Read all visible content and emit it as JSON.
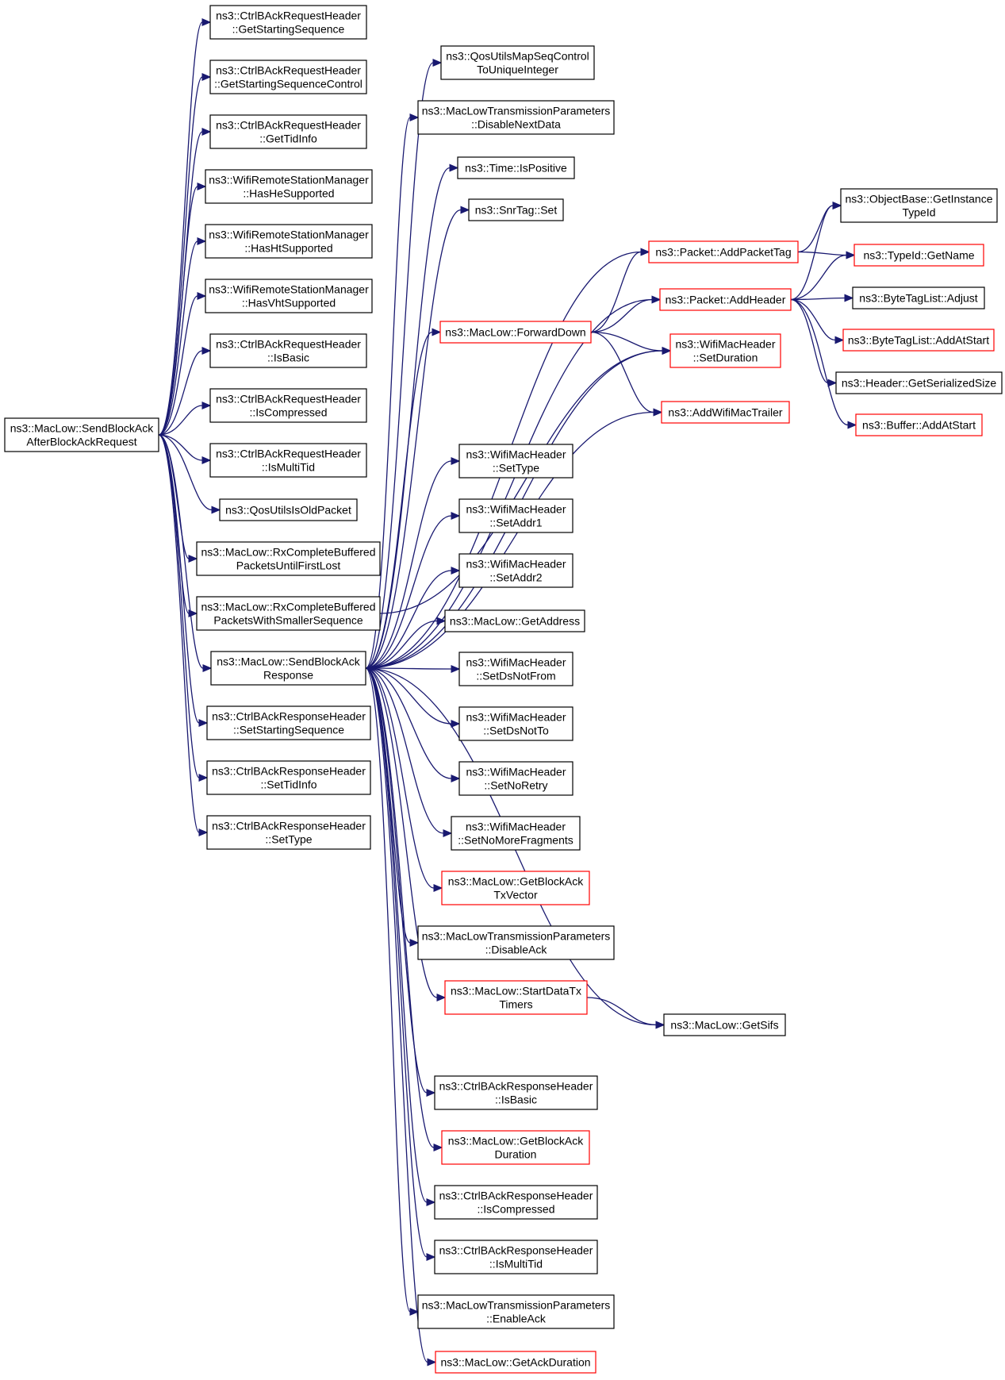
{
  "colors": {
    "edge": "#191970",
    "node_border": "#000000",
    "node_border_truncated": "#ff0000",
    "root_fill": "#bfbfbf",
    "node_fill": "#ffffff"
  },
  "nodes": [
    {
      "id": "root",
      "lines": [
        "ns3::MacLow::SendBlockAck",
        "AfterBlockAckRequest"
      ],
      "kind": "root"
    },
    {
      "id": "n1",
      "lines": [
        "ns3::CtrlBAckRequestHeader",
        "::GetStartingSequence"
      ],
      "kind": "normal"
    },
    {
      "id": "n2",
      "lines": [
        "ns3::CtrlBAckRequestHeader",
        "::GetStartingSequenceControl"
      ],
      "kind": "normal"
    },
    {
      "id": "n3",
      "lines": [
        "ns3::CtrlBAckRequestHeader",
        "::GetTidInfo"
      ],
      "kind": "normal"
    },
    {
      "id": "n4",
      "lines": [
        "ns3::WifiRemoteStationManager",
        "::HasHeSupported"
      ],
      "kind": "normal"
    },
    {
      "id": "n5",
      "lines": [
        "ns3::WifiRemoteStationManager",
        "::HasHtSupported"
      ],
      "kind": "normal"
    },
    {
      "id": "n6",
      "lines": [
        "ns3::WifiRemoteStationManager",
        "::HasVhtSupported"
      ],
      "kind": "normal"
    },
    {
      "id": "n7",
      "lines": [
        "ns3::CtrlBAckRequestHeader",
        "::IsBasic"
      ],
      "kind": "normal"
    },
    {
      "id": "n8",
      "lines": [
        "ns3::CtrlBAckRequestHeader",
        "::IsCompressed"
      ],
      "kind": "normal"
    },
    {
      "id": "n9",
      "lines": [
        "ns3::CtrlBAckRequestHeader",
        "::IsMultiTid"
      ],
      "kind": "normal"
    },
    {
      "id": "n10",
      "lines": [
        "ns3::QosUtilsIsOldPacket"
      ],
      "kind": "normal"
    },
    {
      "id": "n11",
      "lines": [
        "ns3::MacLow::RxCompleteBuffered",
        "PacketsUntilFirstLost"
      ],
      "kind": "normal"
    },
    {
      "id": "n12",
      "lines": [
        "ns3::MacLow::RxCompleteBuffered",
        "PacketsWithSmallerSequence"
      ],
      "kind": "normal"
    },
    {
      "id": "n13",
      "lines": [
        "ns3::MacLow::SendBlockAck",
        "Response"
      ],
      "kind": "normal"
    },
    {
      "id": "n14",
      "lines": [
        "ns3::CtrlBAckResponseHeader",
        "::SetStartingSequence"
      ],
      "kind": "normal"
    },
    {
      "id": "n15",
      "lines": [
        "ns3::CtrlBAckResponseHeader",
        "::SetTidInfo"
      ],
      "kind": "normal"
    },
    {
      "id": "n16",
      "lines": [
        "ns3::CtrlBAckResponseHeader",
        "::SetType"
      ],
      "kind": "normal"
    },
    {
      "id": "m1",
      "lines": [
        "ns3::QosUtilsMapSeqControl",
        "ToUniqueInteger"
      ],
      "kind": "normal"
    },
    {
      "id": "m2",
      "lines": [
        "ns3::MacLowTransmissionParameters",
        "::DisableNextData"
      ],
      "kind": "normal"
    },
    {
      "id": "m3",
      "lines": [
        "ns3::Time::IsPositive"
      ],
      "kind": "normal"
    },
    {
      "id": "m4",
      "lines": [
        "ns3::SnrTag::Set"
      ],
      "kind": "normal"
    },
    {
      "id": "m5",
      "lines": [
        "ns3::MacLow::ForwardDown"
      ],
      "kind": "truncated"
    },
    {
      "id": "m6",
      "lines": [
        "ns3::WifiMacHeader",
        "::SetType"
      ],
      "kind": "normal"
    },
    {
      "id": "m7",
      "lines": [
        "ns3::WifiMacHeader",
        "::SetAddr1"
      ],
      "kind": "normal"
    },
    {
      "id": "m8",
      "lines": [
        "ns3::WifiMacHeader",
        "::SetAddr2"
      ],
      "kind": "normal"
    },
    {
      "id": "m9",
      "lines": [
        "ns3::MacLow::GetAddress"
      ],
      "kind": "normal"
    },
    {
      "id": "m10",
      "lines": [
        "ns3::WifiMacHeader",
        "::SetDsNotFrom"
      ],
      "kind": "normal"
    },
    {
      "id": "m11",
      "lines": [
        "ns3::WifiMacHeader",
        "::SetDsNotTo"
      ],
      "kind": "normal"
    },
    {
      "id": "m12",
      "lines": [
        "ns3::WifiMacHeader",
        "::SetNoRetry"
      ],
      "kind": "normal"
    },
    {
      "id": "m13",
      "lines": [
        "ns3::WifiMacHeader",
        "::SetNoMoreFragments"
      ],
      "kind": "normal"
    },
    {
      "id": "m14",
      "lines": [
        "ns3::MacLow::GetBlockAck",
        "TxVector"
      ],
      "kind": "truncated"
    },
    {
      "id": "m15",
      "lines": [
        "ns3::MacLowTransmissionParameters",
        "::DisableAck"
      ],
      "kind": "normal"
    },
    {
      "id": "m16",
      "lines": [
        "ns3::MacLow::StartDataTx",
        "Timers"
      ],
      "kind": "truncated"
    },
    {
      "id": "m17",
      "lines": [
        "ns3::CtrlBAckResponseHeader",
        "::IsBasic"
      ],
      "kind": "normal"
    },
    {
      "id": "m18",
      "lines": [
        "ns3::MacLow::GetBlockAck",
        "Duration"
      ],
      "kind": "truncated"
    },
    {
      "id": "m19",
      "lines": [
        "ns3::CtrlBAckResponseHeader",
        "::IsCompressed"
      ],
      "kind": "normal"
    },
    {
      "id": "m20",
      "lines": [
        "ns3::CtrlBAckResponseHeader",
        "::IsMultiTid"
      ],
      "kind": "normal"
    },
    {
      "id": "m21",
      "lines": [
        "ns3::MacLowTransmissionParameters",
        "::EnableAck"
      ],
      "kind": "normal"
    },
    {
      "id": "m22",
      "lines": [
        "ns3::MacLow::GetAckDuration"
      ],
      "kind": "truncated"
    },
    {
      "id": "r1",
      "lines": [
        "ns3::Packet::AddPacketTag"
      ],
      "kind": "truncated"
    },
    {
      "id": "r2",
      "lines": [
        "ns3::Packet::AddHeader"
      ],
      "kind": "truncated"
    },
    {
      "id": "r3",
      "lines": [
        "ns3::WifiMacHeader",
        "::SetDuration"
      ],
      "kind": "truncated"
    },
    {
      "id": "r4",
      "lines": [
        "ns3::AddWifiMacTrailer"
      ],
      "kind": "truncated"
    },
    {
      "id": "r5",
      "lines": [
        "ns3::MacLow::GetSifs"
      ],
      "kind": "normal"
    },
    {
      "id": "s1",
      "lines": [
        "ns3::ObjectBase::GetInstance",
        "TypeId"
      ],
      "kind": "normal"
    },
    {
      "id": "s2",
      "lines": [
        "ns3::TypeId::GetName"
      ],
      "kind": "truncated"
    },
    {
      "id": "s3",
      "lines": [
        "ns3::ByteTagList::Adjust"
      ],
      "kind": "normal"
    },
    {
      "id": "s4",
      "lines": [
        "ns3::ByteTagList::AddAtStart"
      ],
      "kind": "truncated"
    },
    {
      "id": "s5",
      "lines": [
        "ns3::Header::GetSerializedSize"
      ],
      "kind": "normal"
    },
    {
      "id": "s6",
      "lines": [
        "ns3::Buffer::AddAtStart"
      ],
      "kind": "truncated"
    }
  ],
  "edges": [
    [
      "root",
      "n1"
    ],
    [
      "root",
      "n2"
    ],
    [
      "root",
      "n3"
    ],
    [
      "root",
      "n4"
    ],
    [
      "root",
      "n5"
    ],
    [
      "root",
      "n6"
    ],
    [
      "root",
      "n7"
    ],
    [
      "root",
      "n8"
    ],
    [
      "root",
      "n9"
    ],
    [
      "root",
      "n10"
    ],
    [
      "root",
      "n11"
    ],
    [
      "root",
      "n12"
    ],
    [
      "root",
      "n13"
    ],
    [
      "root",
      "n14"
    ],
    [
      "root",
      "n15"
    ],
    [
      "root",
      "n16"
    ],
    [
      "n12",
      "r3"
    ],
    [
      "n13",
      "m1"
    ],
    [
      "n13",
      "m2"
    ],
    [
      "n13",
      "m3"
    ],
    [
      "n13",
      "m4"
    ],
    [
      "n13",
      "m5"
    ],
    [
      "n13",
      "m6"
    ],
    [
      "n13",
      "m7"
    ],
    [
      "n13",
      "m8"
    ],
    [
      "n13",
      "m9"
    ],
    [
      "n13",
      "m10"
    ],
    [
      "n13",
      "m11"
    ],
    [
      "n13",
      "m12"
    ],
    [
      "n13",
      "m13"
    ],
    [
      "n13",
      "m14"
    ],
    [
      "n13",
      "m15"
    ],
    [
      "n13",
      "m16"
    ],
    [
      "n13",
      "m17"
    ],
    [
      "n13",
      "m18"
    ],
    [
      "n13",
      "m19"
    ],
    [
      "n13",
      "m20"
    ],
    [
      "n13",
      "m21"
    ],
    [
      "n13",
      "m22"
    ],
    [
      "n13",
      "r1"
    ],
    [
      "n13",
      "r2"
    ],
    [
      "n13",
      "r3"
    ],
    [
      "n13",
      "r4"
    ],
    [
      "n13",
      "r5"
    ],
    [
      "m5",
      "r1"
    ],
    [
      "m5",
      "r2"
    ],
    [
      "m5",
      "r3"
    ],
    [
      "m5",
      "r4"
    ],
    [
      "m16",
      "r5"
    ],
    [
      "r1",
      "s1"
    ],
    [
      "r1",
      "s2"
    ],
    [
      "r2",
      "s1"
    ],
    [
      "r2",
      "s2"
    ],
    [
      "r2",
      "s3"
    ],
    [
      "r2",
      "s4"
    ],
    [
      "r2",
      "s5"
    ],
    [
      "r2",
      "s6"
    ]
  ]
}
